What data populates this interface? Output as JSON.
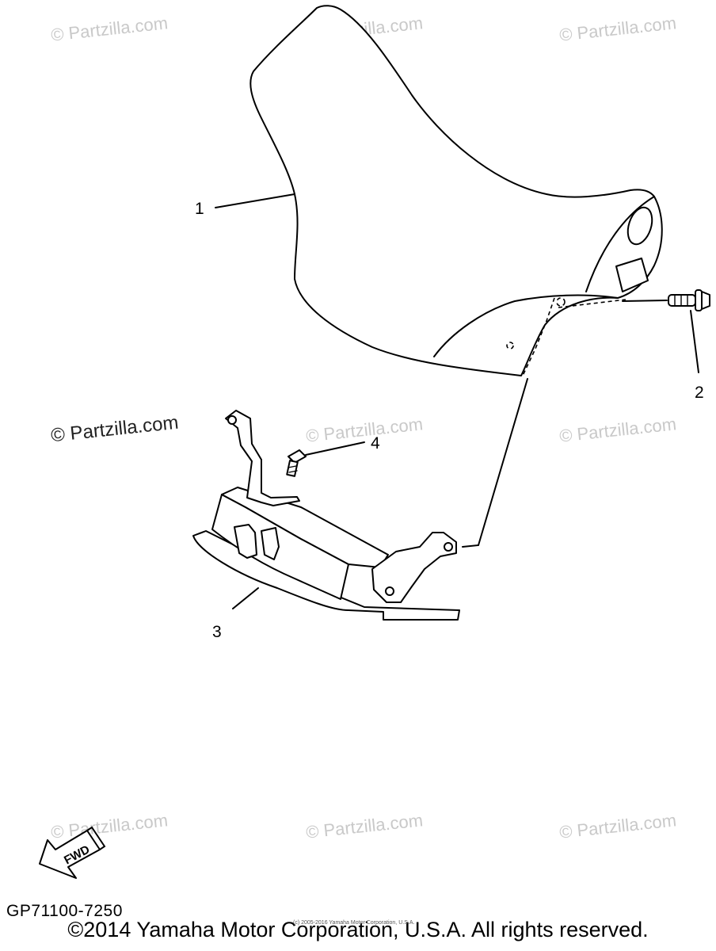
{
  "watermark": "© Partzilla.com",
  "callouts": [
    "1",
    "2",
    "3",
    "4"
  ],
  "fwd_label": "FWD",
  "diagram_code": "GP71100-7250",
  "copyright": "©2014 Yamaha Motor Corporation, U.S.A. All rights reserved.",
  "tiny_copyright": "(c) 2005-2016 Yamaha Motor Corporation, U.S.A."
}
